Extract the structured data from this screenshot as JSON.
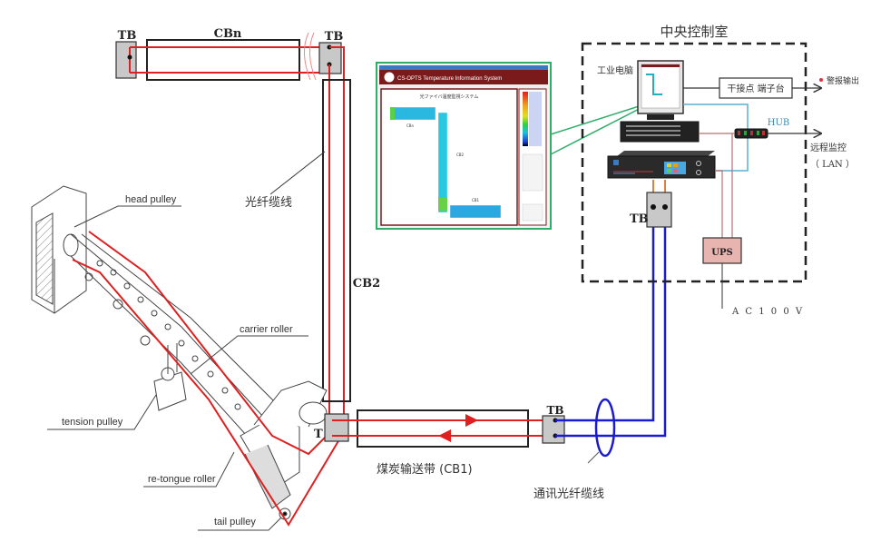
{
  "title": "光纤测温系统 煤炭输送带 布置示意图",
  "labels": {
    "tb": "TB",
    "tb_partial": "T",
    "cbn": "CBn",
    "cb2": "CB2",
    "cb1": "煤炭输送带 (CB1)",
    "fiber_cable": "光纤缆线",
    "comm_fiber_cable": "通讯光纤缆线",
    "head_pulley": "head pulley",
    "carrier_roller": "carrier roller",
    "tension_pulley": "tension pulley",
    "retongue_roller": "re-tongue roller",
    "tail_pulley": "tail pulley",
    "control_room": "中央控制室",
    "industrial_pc": "工业电脑",
    "dry_contact_terminal": "干接点 端子台",
    "alarm_output": "警报输出",
    "hub": "HUB",
    "remote_monitor": "远程监控",
    "lan": "（ LAN ）",
    "ups": "UPS",
    "ac_power": "A C 1 0 0 V"
  },
  "screen_inset": {
    "app_title": "CS-OPTS Temperature Information System",
    "subtitle": "光ファイバ温度監視システム",
    "segments": [
      "CB1",
      "CB2",
      "CBn"
    ]
  },
  "colors": {
    "fiber_red": "#e02020",
    "comm_blue": "#1a1ad0",
    "inset_border": "#7a1a1a",
    "inset_green": "#2fae6a",
    "hub_line": "#5aaecc",
    "power_line": "#b07070",
    "ups_fill": "#e8b4b0",
    "tb_fill": "#c8c8c8",
    "alarm_dot": "#e03040"
  }
}
